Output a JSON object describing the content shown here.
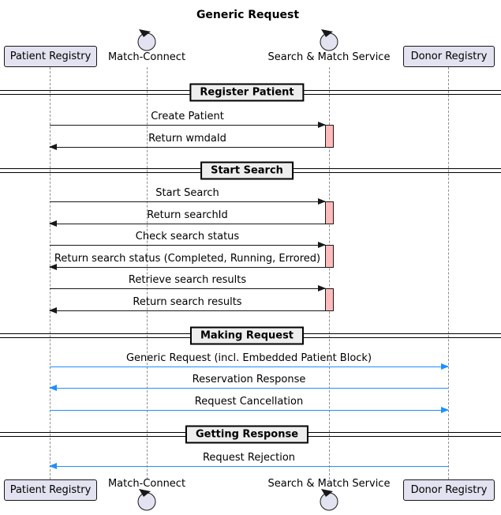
{
  "title": "Generic Request",
  "participants": [
    {
      "name": "Patient Registry",
      "kind": "box"
    },
    {
      "name": "Match-Connect",
      "kind": "control"
    },
    {
      "name": "Search & Match Service",
      "kind": "control"
    },
    {
      "name": "Donor Registry",
      "kind": "box"
    }
  ],
  "sections": [
    {
      "label": "Register Patient"
    },
    {
      "label": "Start Search"
    },
    {
      "label": "Making Request"
    },
    {
      "label": "Getting Response"
    }
  ],
  "messages": [
    {
      "label": "Create Patient",
      "from": "Patient Registry",
      "to": "Search & Match Service",
      "color": "#181818"
    },
    {
      "label": "Return wmdaId",
      "from": "Search & Match Service",
      "to": "Patient Registry",
      "color": "#181818"
    },
    {
      "label": "Start Search",
      "from": "Patient Registry",
      "to": "Search & Match Service",
      "color": "#181818"
    },
    {
      "label": "Return searchId",
      "from": "Search & Match Service",
      "to": "Patient Registry",
      "color": "#181818"
    },
    {
      "label": "Check search status",
      "from": "Patient Registry",
      "to": "Search & Match Service",
      "color": "#181818"
    },
    {
      "label": "Return search status (Completed, Running, Errored)",
      "from": "Search & Match Service",
      "to": "Patient Registry",
      "color": "#181818"
    },
    {
      "label": "Retrieve search results",
      "from": "Patient Registry",
      "to": "Search & Match Service",
      "color": "#181818"
    },
    {
      "label": "Return search results",
      "from": "Search & Match Service",
      "to": "Patient Registry",
      "color": "#181818"
    },
    {
      "label": "Generic Request (incl. Embedded Patient Block)",
      "from": "Patient Registry",
      "to": "Donor Registry",
      "color": "#1E90FF"
    },
    {
      "label": "Reservation Response",
      "from": "Donor Registry",
      "to": "Patient Registry",
      "color": "#1E90FF"
    },
    {
      "label": "Request Cancellation",
      "from": "Patient Registry",
      "to": "Donor Registry",
      "color": "#1E90FF"
    },
    {
      "label": "Request Rejection",
      "from": "Donor Registry",
      "to": "Patient Registry",
      "color": "#1E90FF"
    }
  ],
  "colors": {
    "participant_fill": "#E2E2F0",
    "participant_border": "#181818",
    "section_fill": "#EEEEEE",
    "activation_fill": "#FFBBBB",
    "arrow_black": "#181818",
    "arrow_blue": "#1E90FF",
    "lifeline_gray": "#8f8f8f"
  }
}
